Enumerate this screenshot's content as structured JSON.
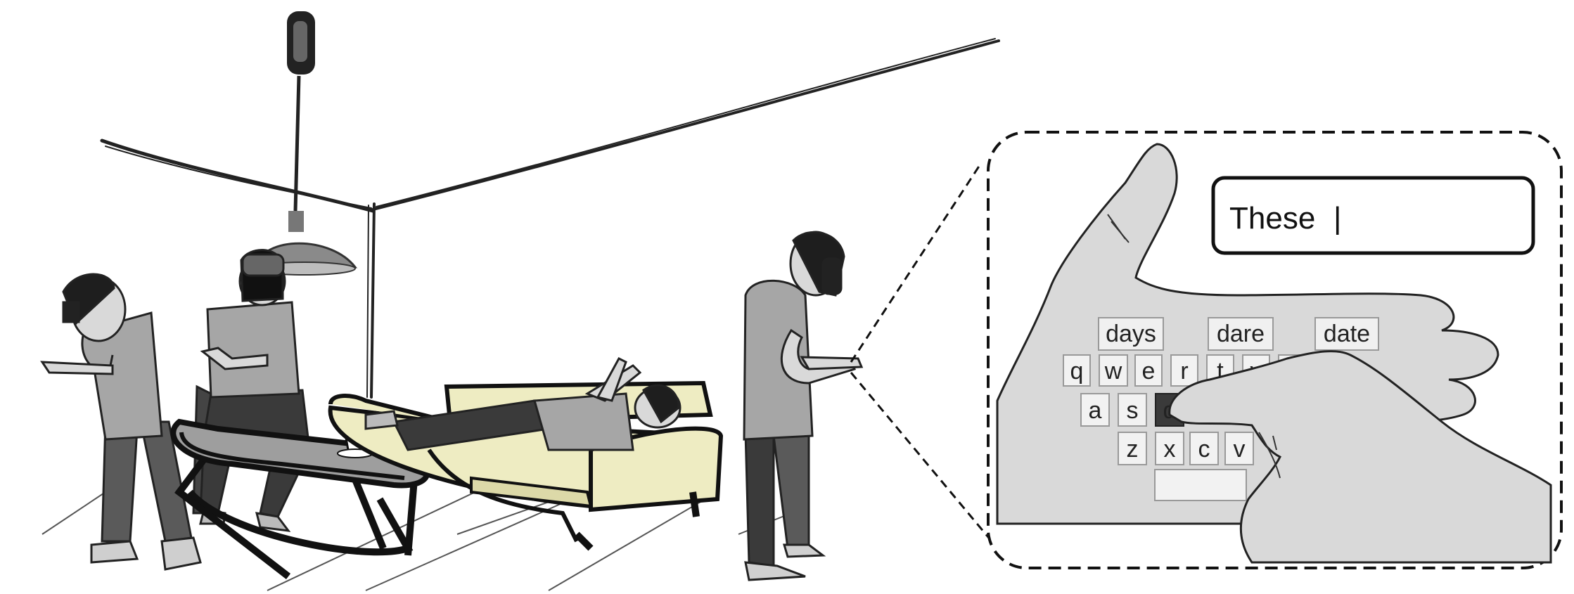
{
  "text_input": {
    "value": "These",
    "caret": "|"
  },
  "suggestions": [
    "days",
    "dare",
    "date"
  ],
  "keyboard": {
    "rows": [
      [
        "q",
        "w",
        "e",
        "r",
        "t",
        "y"
      ],
      [
        "a",
        "s",
        "d"
      ],
      [
        "z",
        "x",
        "c",
        "v"
      ]
    ],
    "pressed_key": "d"
  },
  "colors": {
    "sofa": "#eeecc2",
    "skin": "#d9d9d9",
    "clothes_light": "#a6a6a6",
    "clothes_dark": "#5a5a5a",
    "key_bg": "#f2f2f2",
    "key_pressed": "#3a3a3a"
  }
}
